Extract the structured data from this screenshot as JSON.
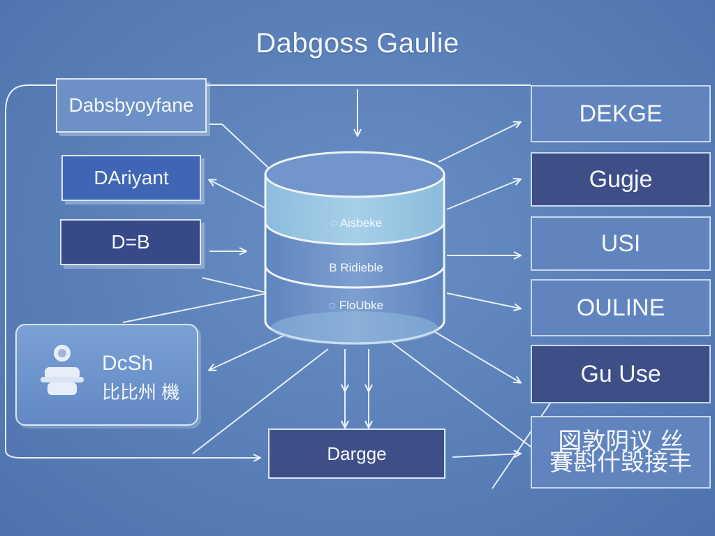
{
  "title": "Dabgoss Gaulie",
  "left_boxes": [
    {
      "label": "Dabsbyoyfane"
    },
    {
      "label": "DAriyant"
    },
    {
      "label": "D=B"
    }
  ],
  "dash_panel": {
    "line1": "DcSh",
    "line2": "比比州 機"
  },
  "database_layers": [
    {
      "icon": "circle",
      "label": "Aisbeke"
    },
    {
      "icon": "B",
      "label": "Ridieble"
    },
    {
      "icon": "circle",
      "label": "FloUbke"
    }
  ],
  "bottom_box": {
    "label": "Dargge"
  },
  "right_boxes": [
    {
      "label": "DEKGE"
    },
    {
      "label": "Gugje"
    },
    {
      "label": "USI"
    },
    {
      "label": "OULINE"
    },
    {
      "label": "Gu Use"
    },
    {
      "line1": "図敦阴议 丝",
      "line2": "賽斟什毁接丰"
    }
  ],
  "colors": {
    "background": "#5a7fb8",
    "light_box": "#6d90c6",
    "royal_box": "#3f66b4",
    "navy_box": "#38498a",
    "cylinder_top": "#8fc0de",
    "cylinder_body": "#6b8fc4",
    "lines": "#e6eefa"
  }
}
